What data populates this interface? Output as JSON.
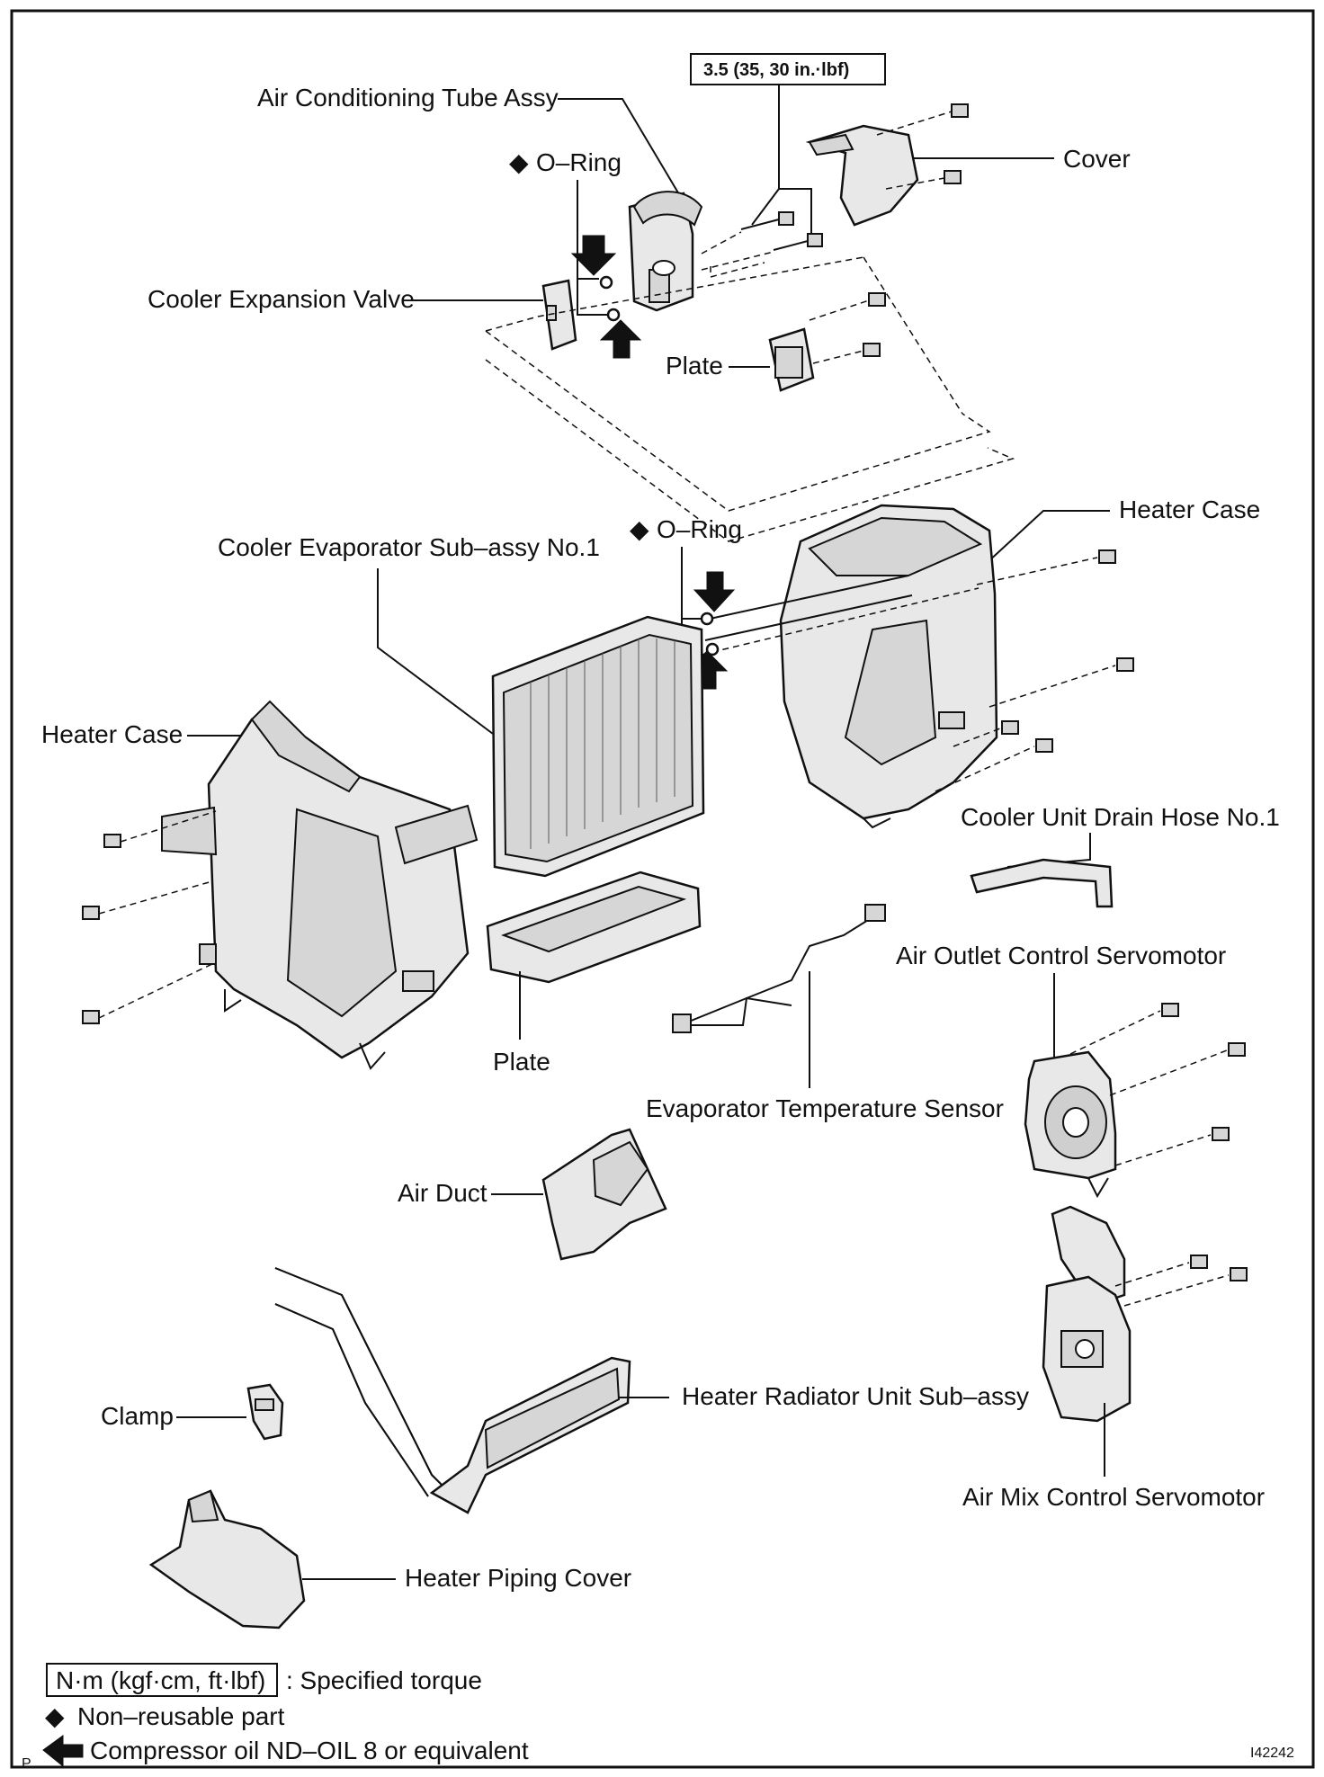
{
  "torque_spec": "3.5 (35, 30 in.·lbf)",
  "labels": {
    "ac_tube": "Air Conditioning Tube Assy",
    "oring_top": "O–Ring",
    "cover": "Cover",
    "expansion_valve": "Cooler Expansion Valve",
    "plate_top": "Plate",
    "heater_case_right": "Heater Case",
    "evaporator": "Cooler Evaporator Sub–assy No.1",
    "oring_mid": "O–Ring",
    "heater_case_left": "Heater Case",
    "drain_hose": "Cooler Unit Drain Hose No.1",
    "air_outlet_servo": "Air Outlet Control Servomotor",
    "plate_bottom": "Plate",
    "evap_temp_sensor": "Evaporator Temperature Sensor",
    "air_duct": "Air Duct",
    "clamp": "Clamp",
    "heater_radiator": "Heater Radiator Unit Sub–assy",
    "air_mix_servo": "Air Mix Control Servomotor",
    "heater_piping_cover": "Heater Piping Cover"
  },
  "legend": {
    "unit_box": "N·m (kgf·cm, ft·lbf)",
    "unit_desc": ": Specified torque",
    "nonreusable": "Non–reusable part",
    "oil": "Compressor oil ND–OIL 8 or equivalent"
  },
  "corner_letter": "P",
  "figure_id": "I42242",
  "symbols": {
    "nonreusable": "diamond-icon",
    "oil": "arrow-left-icon"
  }
}
